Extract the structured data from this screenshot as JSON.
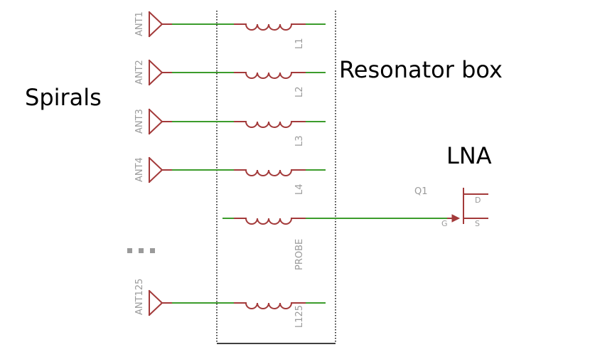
{
  "labels": {
    "spirals": "Spirals",
    "resonator_box": "Resonator box",
    "lna": "LNA",
    "ellipsis": "..."
  },
  "channels": [
    {
      "antenna": "ANT1",
      "inductor": "L1"
    },
    {
      "antenna": "ANT2",
      "inductor": "L2"
    },
    {
      "antenna": "ANT3",
      "inductor": "L3"
    },
    {
      "antenna": "ANT4",
      "inductor": "L4"
    },
    {
      "antenna": "ANT125",
      "inductor": "L125"
    }
  ],
  "probe": {
    "label": "PROBE"
  },
  "transistor": {
    "ref": "Q1",
    "gate": "G",
    "drain": "D",
    "source": "S"
  },
  "colors": {
    "wire": "#3c9c2c",
    "part": "#a33a3a",
    "text": "#9a9a9a"
  }
}
